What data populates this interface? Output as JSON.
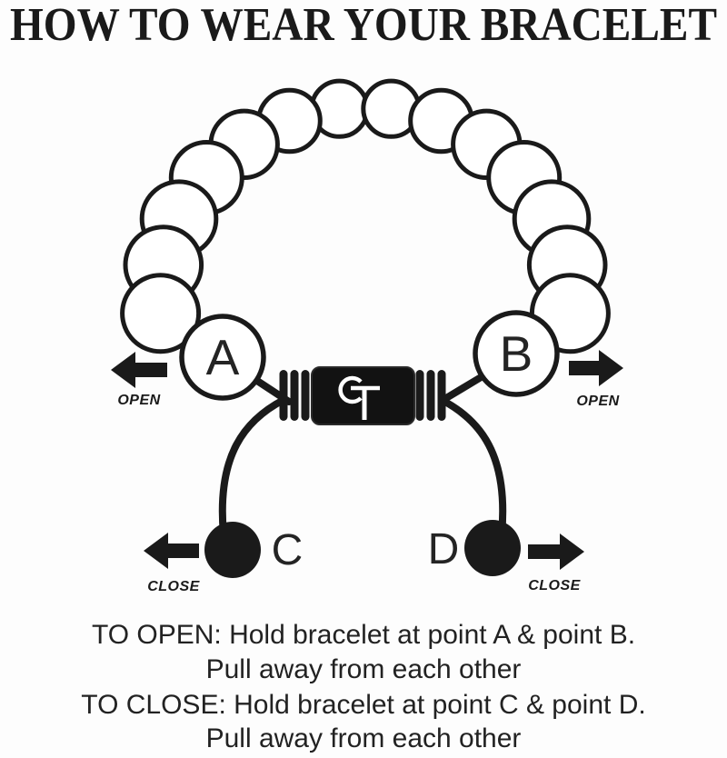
{
  "title": "HOW TO WEAR YOUR BRACELET",
  "diagram": {
    "clasp_logo": "GT",
    "bead_count": 14,
    "points": {
      "a": "A",
      "b": "B",
      "c": "C",
      "d": "D"
    },
    "arrow_labels": {
      "open_left": "OPEN",
      "open_right": "OPEN",
      "close_left": "CLOSE",
      "close_right": "CLOSE"
    }
  },
  "instructions": {
    "open_line1": "TO OPEN: Hold bracelet at point A & point B.",
    "open_line2": "Pull away from each other",
    "close_line1": "TO CLOSE: Hold bracelet at point C & point D.",
    "close_line2": "Pull away from each other"
  },
  "colors": {
    "ink": "#1a1a1a",
    "background": "#fdfdfd"
  }
}
